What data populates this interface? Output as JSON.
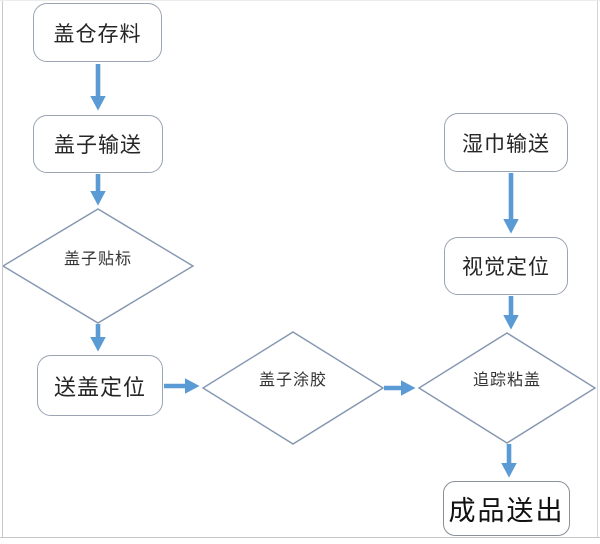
{
  "flowchart": {
    "title": "wet-wipes capping process flowchart",
    "nodes": {
      "cap_storage": "盖仓存料",
      "cap_conveying": "盖子输送",
      "cap_labeling": "盖子贴标",
      "cap_positioning": "送盖定位",
      "cap_gluing": "盖子涂胶",
      "wipes_conveying": "湿巾输送",
      "vision_positioning": "视觉定位",
      "tracking_capping": "追踪粘盖",
      "product_output": "成品送出"
    },
    "node_types": {
      "cap_storage": "process",
      "cap_conveying": "process",
      "cap_labeling": "decision",
      "cap_positioning": "process",
      "cap_gluing": "decision",
      "wipes_conveying": "process",
      "vision_positioning": "process",
      "tracking_capping": "decision",
      "product_output": "terminal"
    },
    "edges": [
      {
        "from": "cap_storage",
        "to": "cap_conveying",
        "direction": "down"
      },
      {
        "from": "cap_conveying",
        "to": "cap_labeling",
        "direction": "down"
      },
      {
        "from": "cap_labeling",
        "to": "cap_positioning",
        "direction": "down"
      },
      {
        "from": "cap_positioning",
        "to": "cap_gluing",
        "direction": "right"
      },
      {
        "from": "cap_gluing",
        "to": "tracking_capping",
        "direction": "right"
      },
      {
        "from": "wipes_conveying",
        "to": "vision_positioning",
        "direction": "down"
      },
      {
        "from": "vision_positioning",
        "to": "tracking_capping",
        "direction": "down"
      },
      {
        "from": "tracking_capping",
        "to": "product_output",
        "direction": "down"
      }
    ],
    "colors": {
      "arrow": "#5B9BD5",
      "process_border": "#9AA4B2",
      "decision_border": "#8496B0",
      "terminal_border": "#8A8F98",
      "text": "#262626",
      "background": "#FFFFFF"
    }
  }
}
